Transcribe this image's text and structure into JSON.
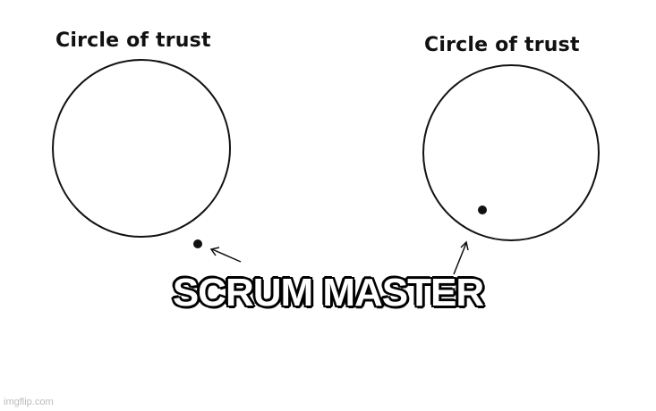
{
  "panels": [
    {
      "title": "Circle of trust"
    },
    {
      "title": "Circle of trust"
    }
  ],
  "caption": "SCRUM MASTER",
  "watermark": "imgflip.com",
  "colors": {
    "ink": "#111111",
    "background": "#ffffff",
    "caption_fill": "#ffffff",
    "caption_outline": "#000000"
  }
}
